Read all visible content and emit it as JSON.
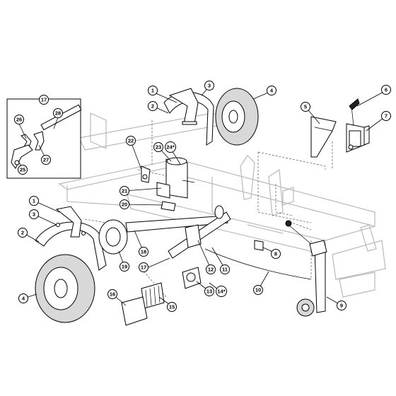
{
  "colors": {
    "frame": "#b9b9b9",
    "line": "#000000",
    "tire": "#d8d8d8",
    "background": "#ffffff"
  },
  "callouts": {
    "c1_top": "1",
    "c2_top": "2",
    "c3_top": "3",
    "c4_top": "4",
    "c5": "5",
    "c6": "6",
    "c7": "7",
    "c8": "8",
    "c9": "9",
    "c10": "10",
    "c11": "11",
    "c12": "12",
    "c13": "13",
    "c14": "14*",
    "c15": "15",
    "c16": "16",
    "c17_inset": "17",
    "c17_main": "17",
    "c18": "18",
    "c19": "19",
    "c20": "20",
    "c21": "21",
    "c22": "22",
    "c23": "23",
    "c24": "24*",
    "c25": "25",
    "c26": "26",
    "c27": "27",
    "c28": "28",
    "c1_left": "1",
    "c2_left": "2",
    "c3_left": "3",
    "c4_left": "4"
  }
}
